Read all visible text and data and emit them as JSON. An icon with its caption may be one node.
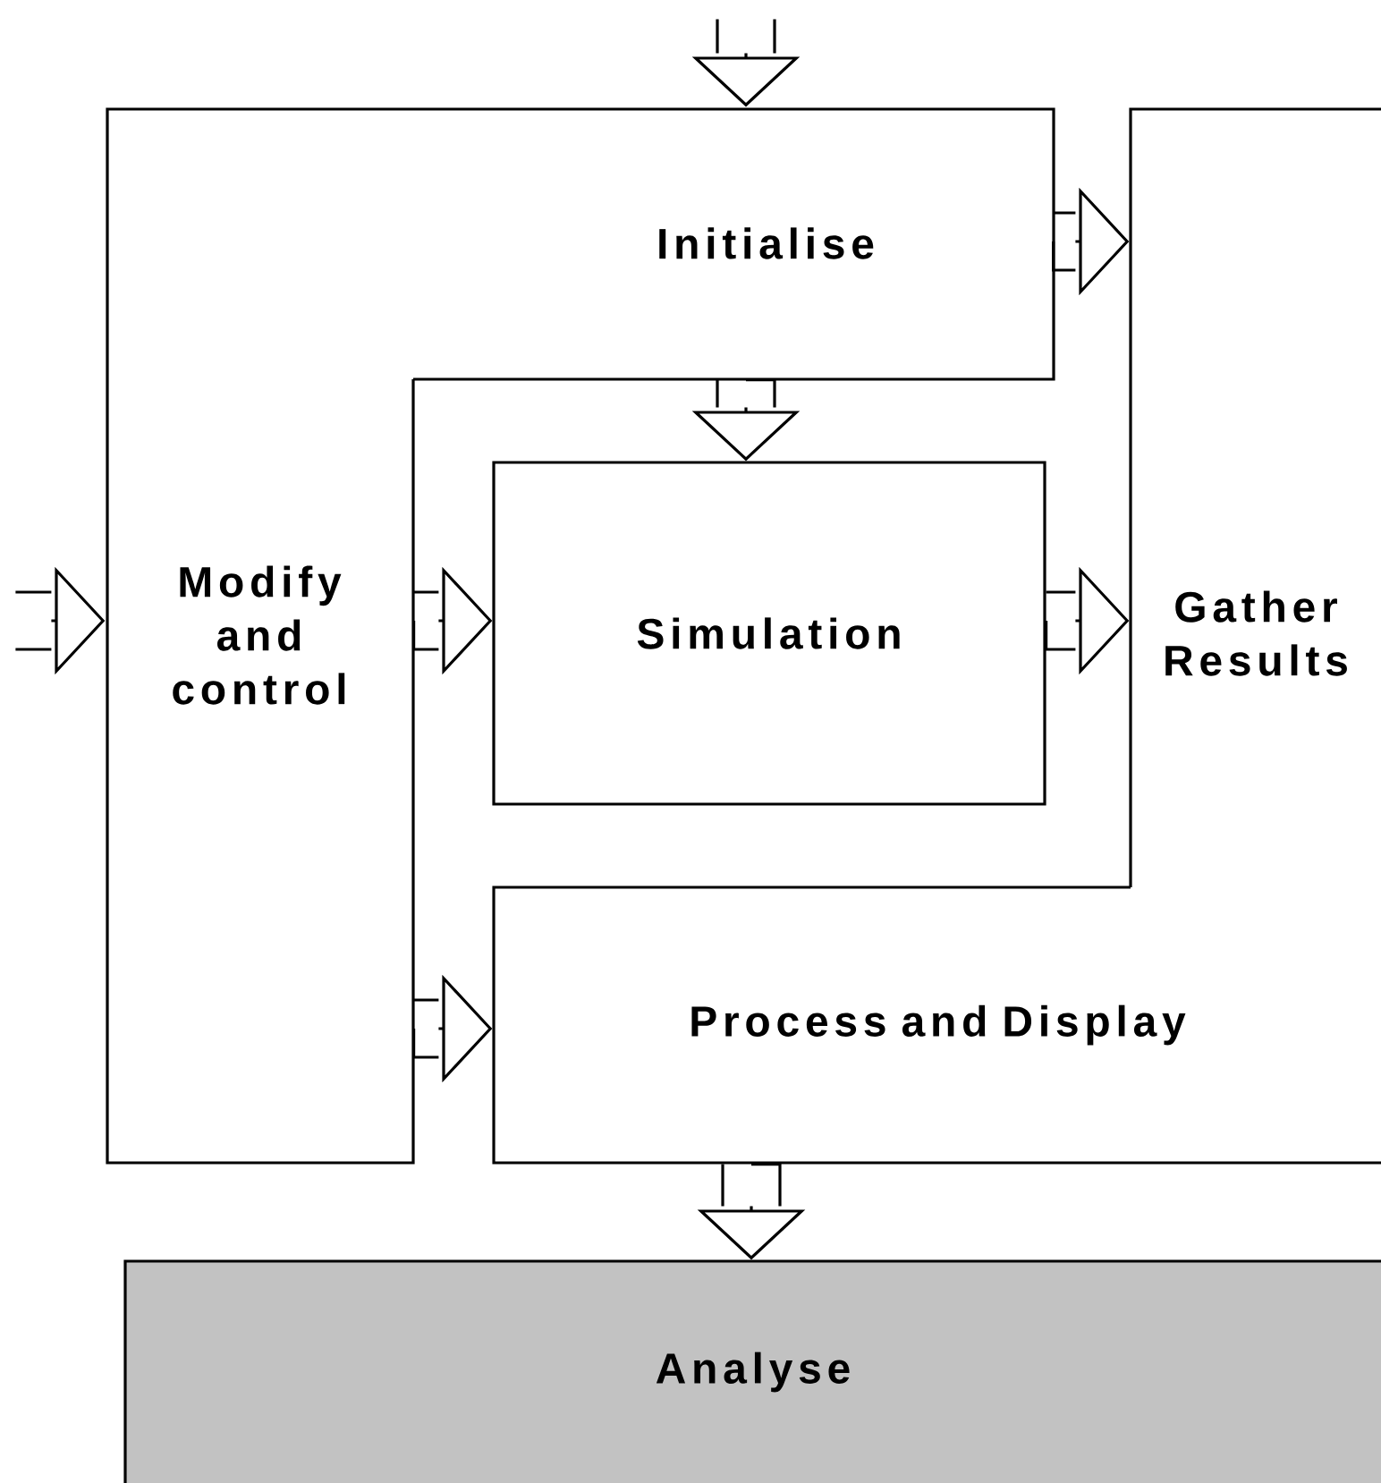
{
  "diagram": {
    "nodes": [
      {
        "text": [
          "Initialise"
        ]
      },
      {
        "text": [
          "Modify and control"
        ]
      },
      {
        "text": [
          "Simulation"
        ]
      },
      {
        "text": [
          "Gather Results"
        ]
      },
      {
        "text": [
          "Process and Display"
        ]
      },
      {
        "text": [
          "Analyse"
        ]
      }
    ],
    "edges": [
      {
        "from": null,
        "to": 0,
        "arrow": "to"
      },
      {
        "from": null,
        "to": 1,
        "arrow": "to"
      },
      {
        "from": 0,
        "to": 3,
        "arrow": "to"
      },
      {
        "from": 0,
        "to": 2,
        "arrow": "to"
      },
      {
        "from": 1,
        "to": 2,
        "arrow": "to"
      },
      {
        "from": 2,
        "to": 3,
        "arrow": "to"
      },
      {
        "from": 1,
        "to": 4,
        "arrow": "to"
      },
      {
        "from": 4,
        "to": 5,
        "arrow": "to"
      }
    ]
  }
}
